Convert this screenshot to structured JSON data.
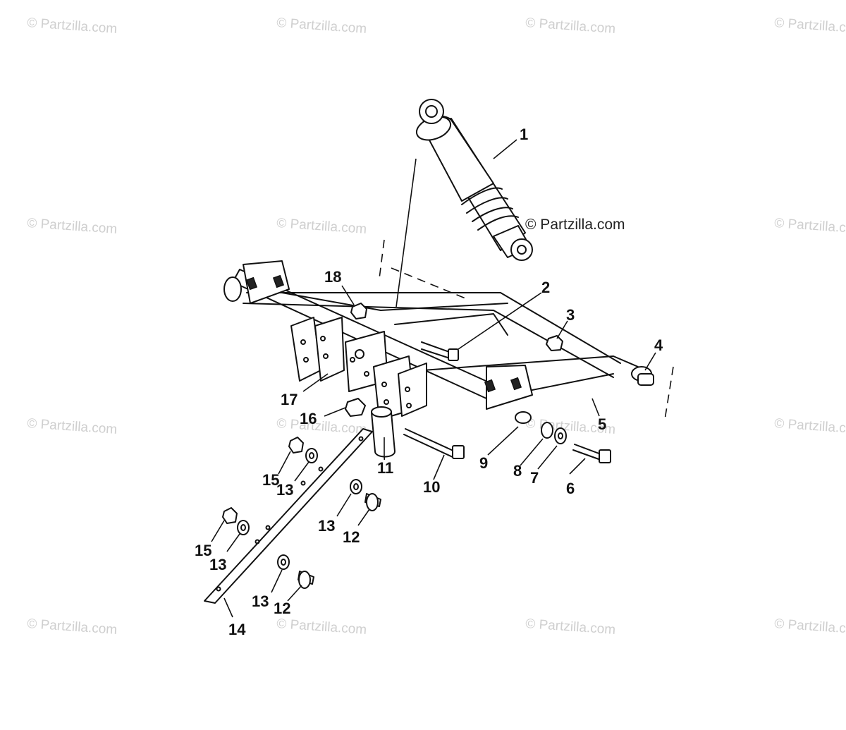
{
  "watermarks": {
    "repeat_text": "© Partzilla.com",
    "center_text": "© Partzilla.com"
  },
  "callouts": {
    "c1": "1",
    "c2": "2",
    "c3": "3",
    "c4": "4",
    "c5": "5",
    "c6": "6",
    "c7": "7",
    "c8": "8",
    "c9": "9",
    "c10": "10",
    "c11": "11",
    "c12a": "12",
    "c12b": "12",
    "c13a": "13",
    "c13b": "13",
    "c13c": "13",
    "c13d": "13",
    "c14": "14",
    "c15a": "15",
    "c15b": "15",
    "c16": "16",
    "c17": "17",
    "c18": "18"
  },
  "parts": {
    "shock_absorber": "shock-absorber",
    "swing_arm": "swing-arm",
    "torque_strap": "torque-strap"
  }
}
